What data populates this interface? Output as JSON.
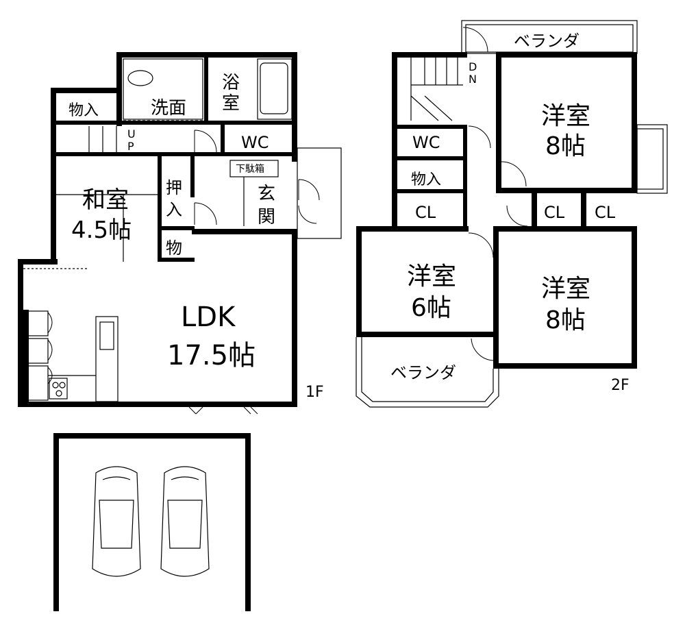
{
  "floor1": {
    "label": "1F",
    "rooms": {
      "closet_storage": "物入",
      "washroom": "洗面",
      "bath_line1": "浴",
      "bath_line2": "室",
      "wc": "WC",
      "stair_u": "U",
      "stair_p": "P",
      "washitsu_name": "和室",
      "washitsu_size": "4.5帖",
      "oshiire_line1": "押",
      "oshiire_line2": "入",
      "mono": "物",
      "shoebox": "下駄箱",
      "genkan_line1": "玄",
      "genkan_line2": "関",
      "ldk_name": "LDK",
      "ldk_size": "17.5帖"
    }
  },
  "floor2": {
    "label": "2F",
    "rooms": {
      "veranda_top": "ベランダ",
      "stair_d": "D",
      "stair_n": "N",
      "wc": "WC",
      "storage": "物入",
      "cl_left": "CL",
      "cl_mid": "CL",
      "cl_right": "CL",
      "youshitsu_ne_name": "洋室",
      "youshitsu_ne_size": "8帖",
      "youshitsu_w_name": "洋室",
      "youshitsu_w_size": "6帖",
      "youshitsu_se_name": "洋室",
      "youshitsu_se_size": "8帖",
      "veranda_bottom": "ベランダ"
    }
  }
}
